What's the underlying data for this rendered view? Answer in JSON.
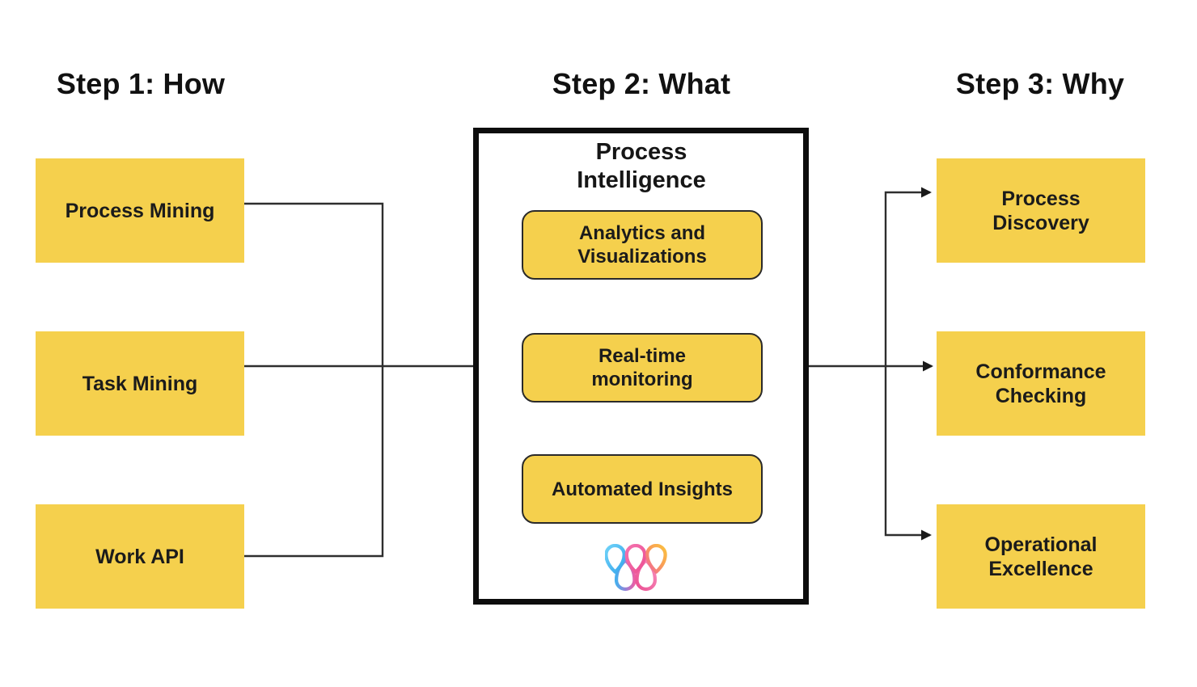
{
  "columns": {
    "step1": {
      "heading": "Step 1: How",
      "items": [
        "Process Mining",
        "Task Mining",
        "Work API"
      ]
    },
    "step2": {
      "heading": "Step 2: What",
      "container_title": "Process Intelligence",
      "items": [
        "Analytics and Visualizations",
        "Real-time monitoring",
        "Automated Insights"
      ]
    },
    "step3": {
      "heading": "Step 3: Why",
      "items": [
        "Process Discovery",
        "Conformance Checking",
        "Operational Excellence"
      ]
    }
  },
  "edges": [
    {
      "from": "Process Mining",
      "to": "Process Intelligence"
    },
    {
      "from": "Task Mining",
      "to": "Process Intelligence"
    },
    {
      "from": "Work API",
      "to": "Process Intelligence"
    },
    {
      "from": "Process Intelligence",
      "to": "Process Discovery"
    },
    {
      "from": "Process Intelligence",
      "to": "Conformance Checking"
    },
    {
      "from": "Process Intelligence",
      "to": "Operational Excellence"
    }
  ],
  "icons": {
    "logo": "w-loops-logo"
  },
  "colors": {
    "box_fill": "#F5D04D",
    "box_text": "#1B1B1B",
    "container_border": "#0D0D0D",
    "rounded_box_border": "#2A2A2A",
    "connector": "#2E2E2E",
    "logo_blue": "#55C0F2",
    "logo_pink": "#EF5D9E",
    "logo_gold": "#F8B93F"
  }
}
